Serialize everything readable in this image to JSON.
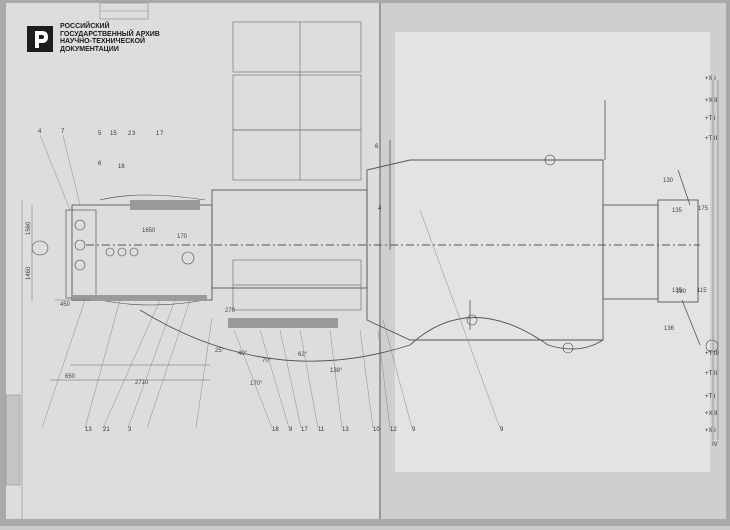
{
  "archive": {
    "lines": [
      "РОССИЙСКИЙ",
      "ГОСУДАРСТВЕННЫЙ АРХИВ",
      "НАУЧНО-ТЕХНИЧЕСКОЙ",
      "ДОКУМЕНТАЦИИ"
    ]
  },
  "drawing": {
    "dimensions": [
      "1560",
      "1460",
      "650",
      "2710",
      "450",
      "1650",
      "170",
      "270",
      "135",
      "135",
      "175",
      "130",
      "136",
      "190",
      "115",
      "40°",
      "62°",
      "138°",
      "170°",
      "25°",
      "70°"
    ],
    "callouts": [
      "4",
      "7",
      "6",
      "15",
      "16",
      "5",
      "3",
      "2",
      "1",
      "7",
      "6",
      "4",
      "13",
      "21",
      "3",
      "18",
      "8",
      "17",
      "11",
      "13",
      "9",
      "10",
      "12",
      "9"
    ],
    "level_marks": [
      "+Х I",
      "+Х II",
      "+Т I",
      "+Т II",
      "+Т III",
      "+Т II",
      "+Т I",
      "+Х II",
      "+Х I"
    ],
    "sheet_mark": "IV"
  }
}
